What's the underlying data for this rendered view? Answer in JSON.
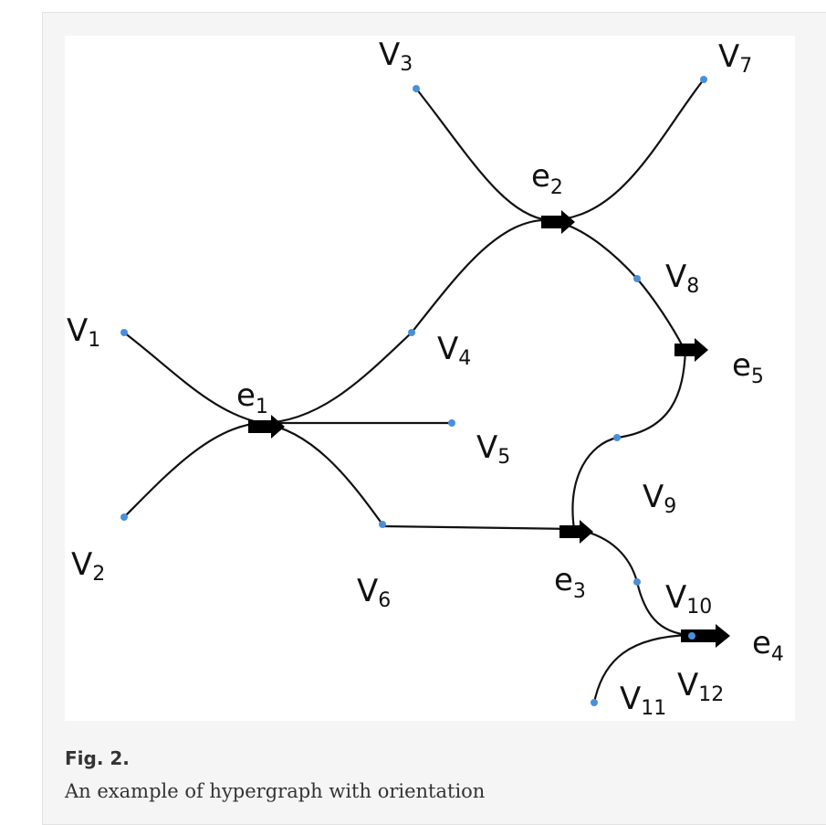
{
  "figure": {
    "label": "Fig. 2.",
    "caption": "An example of hypergraph with orientation"
  },
  "diagram": {
    "colors": {
      "edge": "#111111",
      "vertex": "#4a90d9",
      "background": "#ffffff"
    },
    "vertices": [
      {
        "id": "v1",
        "base": "V",
        "sub": "1"
      },
      {
        "id": "v2",
        "base": "V",
        "sub": "2"
      },
      {
        "id": "v3",
        "base": "V",
        "sub": "3"
      },
      {
        "id": "v4",
        "base": "V",
        "sub": "4"
      },
      {
        "id": "v5",
        "base": "V",
        "sub": "5"
      },
      {
        "id": "v6",
        "base": "V",
        "sub": "6"
      },
      {
        "id": "v7",
        "base": "V",
        "sub": "7"
      },
      {
        "id": "v8",
        "base": "V",
        "sub": "8"
      },
      {
        "id": "v9",
        "base": "V",
        "sub": "9"
      },
      {
        "id": "v10",
        "base": "V",
        "sub": "10"
      },
      {
        "id": "v11",
        "base": "V",
        "sub": "11"
      },
      {
        "id": "v12",
        "base": "V",
        "sub": "12"
      }
    ],
    "hyperedges": [
      {
        "id": "e1",
        "base": "e",
        "sub": "1"
      },
      {
        "id": "e2",
        "base": "e",
        "sub": "2"
      },
      {
        "id": "e3",
        "base": "e",
        "sub": "3"
      },
      {
        "id": "e4",
        "base": "e",
        "sub": "4"
      },
      {
        "id": "e5",
        "base": "e",
        "sub": "5"
      }
    ]
  }
}
